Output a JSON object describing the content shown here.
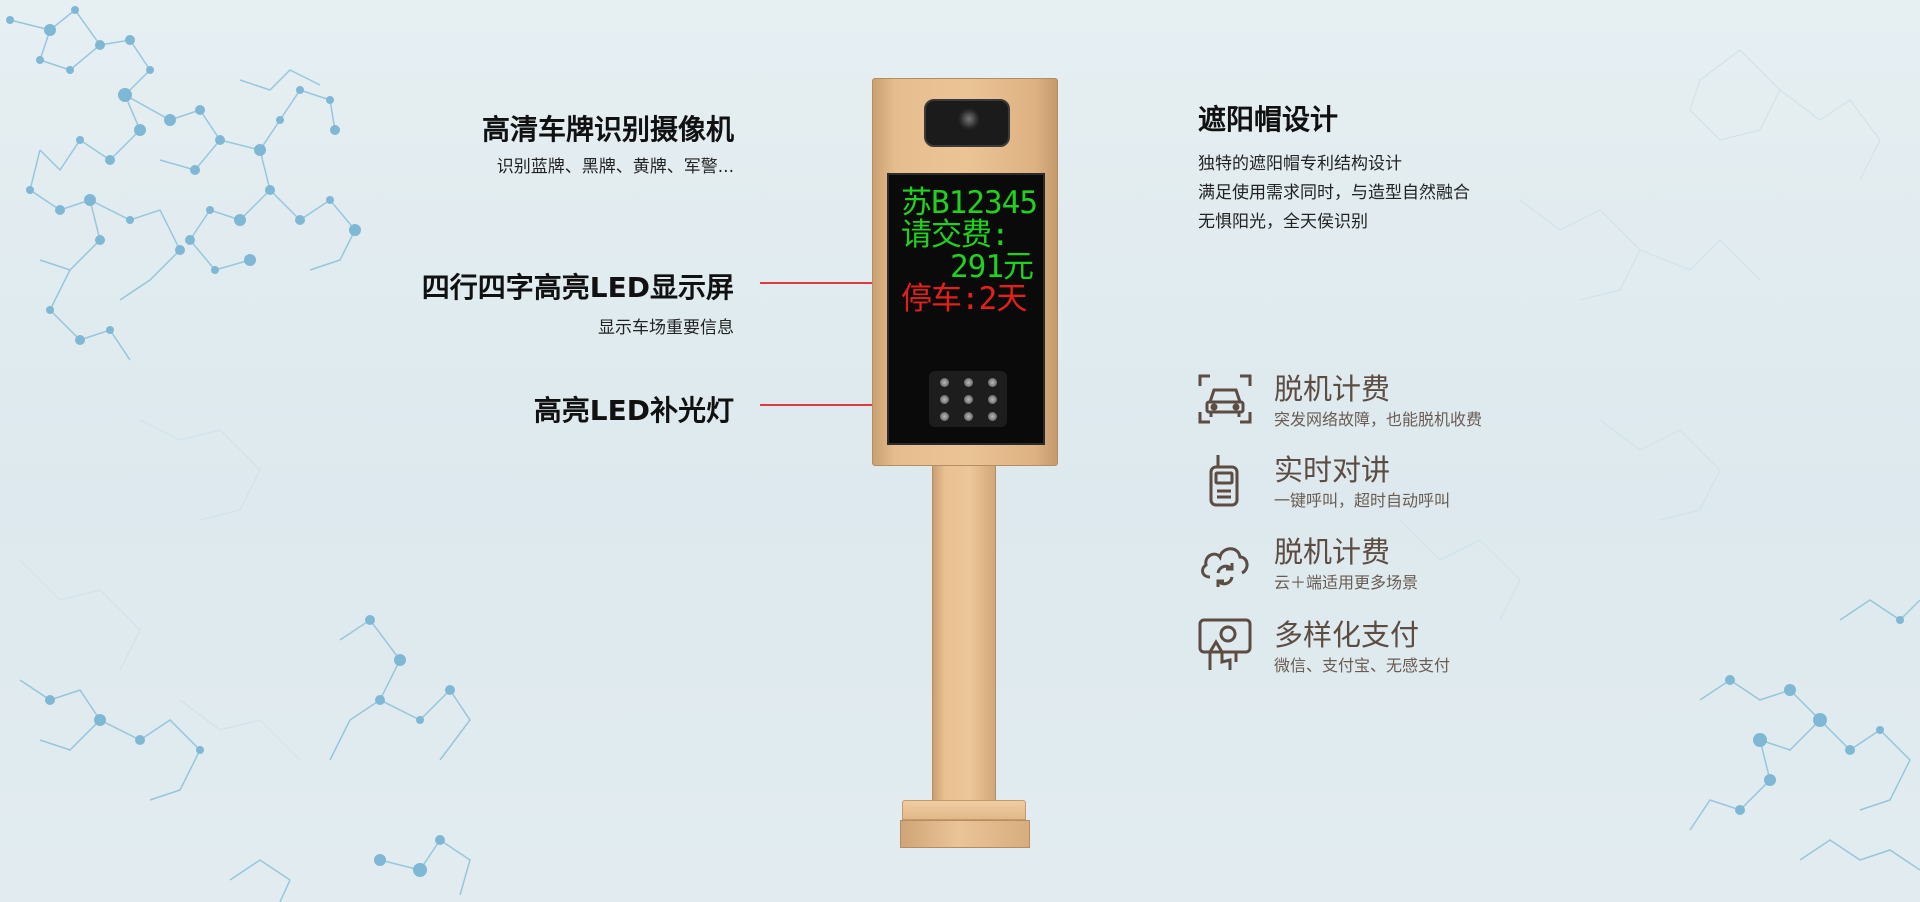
{
  "labels": {
    "camera": {
      "title": "高清车牌识别摄像机",
      "sub": "识别蓝牌、黑牌、黄牌、军警..."
    },
    "display": {
      "title": "四行四字高亮LED显示屏",
      "sub": "显示车场重要信息"
    },
    "light": {
      "title": "高亮LED补光灯"
    }
  },
  "led": {
    "line1": "苏B12345",
    "line2": "请交费:",
    "line3": "291元",
    "line4": "停车:2天",
    "green": "#22d11d",
    "red": "#e3201b"
  },
  "sunshade": {
    "title": "遮阳帽设计",
    "lines": [
      "独特的遮阳帽专利结构设计",
      "满足使用需求同时，与造型自然融合",
      "无惧阳光，全天侯识别"
    ]
  },
  "features": [
    {
      "icon": "offline-billing-car-icon",
      "title": "脱机计费",
      "sub": "突发网络故障，也能脱机收费"
    },
    {
      "icon": "walkie-talkie-icon",
      "title": "实时对讲",
      "sub": "一键呼叫，超时自动呼叫"
    },
    {
      "icon": "cloud-sync-icon",
      "title": "脱机计费",
      "sub": "云＋端适用更多场景"
    },
    {
      "icon": "payment-hand-icon",
      "title": "多样化支付",
      "sub": "微信、支付宝、无感支付"
    }
  ],
  "colors": {
    "accent_line": "#e0393e",
    "feature_text": "#5c4c42",
    "device_gold": "#e6bd8e"
  }
}
